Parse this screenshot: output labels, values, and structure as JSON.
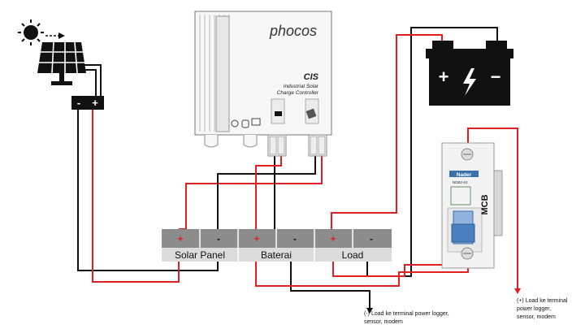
{
  "controller": {
    "brand": "phocos",
    "model": "CIS",
    "subtitle_line1": "Industrial Solar",
    "subtitle_line2": "Charge Controller"
  },
  "terminal_block": {
    "polarities": [
      "+",
      "-",
      "+",
      "-",
      "+",
      "-"
    ],
    "groups": [
      "Solar Panel",
      "Baterai",
      "Load"
    ]
  },
  "solar_panel": {
    "box_minus": "-",
    "box_plus": "+"
  },
  "battery": {
    "plus_symbol": "+",
    "minus_symbol": "−"
  },
  "mcb": {
    "brand": "Nader",
    "model": "NDB2-63",
    "side_label": "MCB"
  },
  "notes": {
    "negative_load": [
      "(-) Load ke terminal power logger,",
      "sensor, modem"
    ],
    "positive_load": [
      "(+) Load ke terminal",
      "power logger,",
      "sensor, modem"
    ]
  },
  "colors": {
    "wire_positive": "#e02020",
    "wire_negative": "#111111",
    "terminal_dark": "#8c8c8c",
    "terminal_light": "#dcdcdc"
  }
}
